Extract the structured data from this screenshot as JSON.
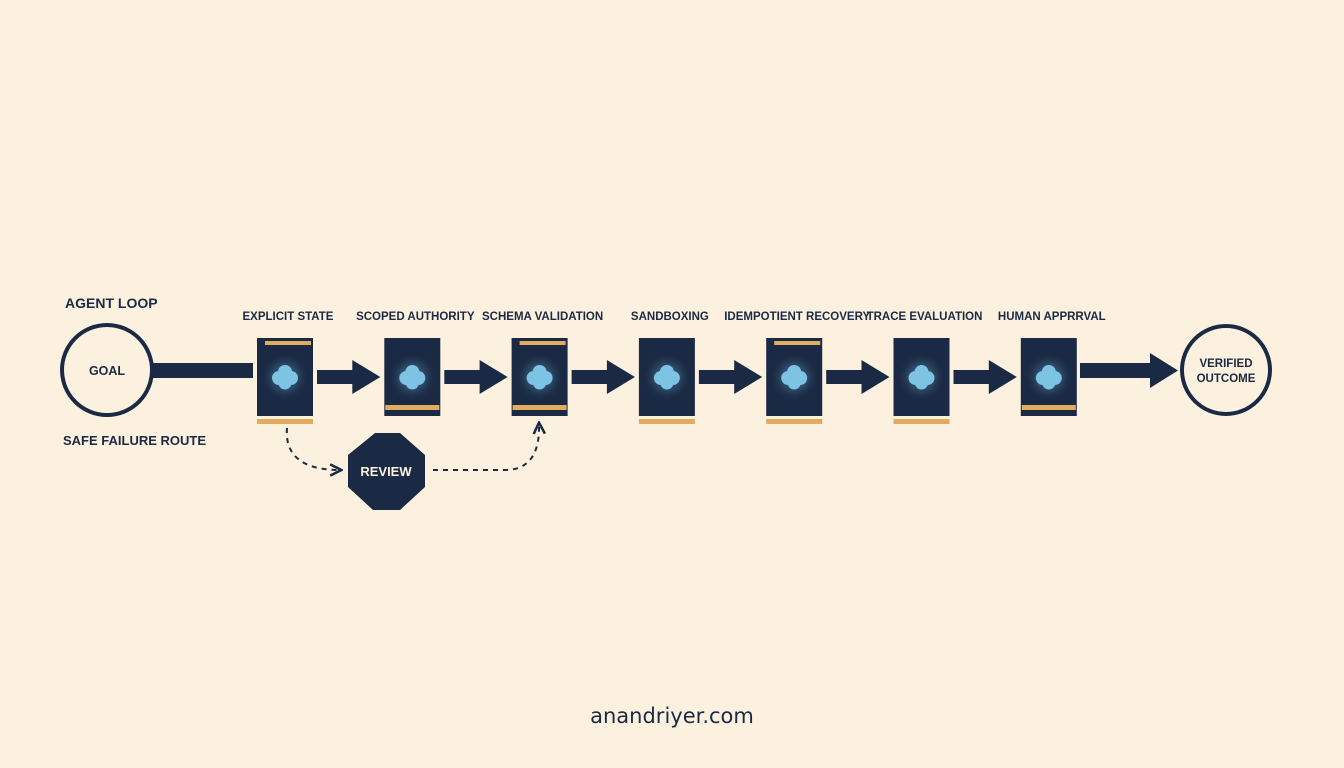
{
  "labels": {
    "agent_loop": "AGENT LOOP",
    "safe_failure_route": "SAFE FAILURE ROUTE",
    "goal": "GOAL",
    "outcome_line1": "VERIFIED",
    "outcome_line2": "OUTCOME",
    "review": "REVIEW"
  },
  "stages": [
    {
      "label": "EXPLICIT STATE",
      "top_bar": true,
      "bottom_bar": false,
      "underline": true
    },
    {
      "label": "SCOPED AUTHORITY",
      "top_bar": false,
      "bottom_bar": true,
      "underline": false
    },
    {
      "label": "SCHEMA VALIDATION",
      "top_bar": true,
      "bottom_bar": true,
      "underline": false
    },
    {
      "label": "SANDBOXING",
      "top_bar": false,
      "bottom_bar": false,
      "underline": true
    },
    {
      "label": "IDEMPOTIENT RECOVERY",
      "top_bar": true,
      "bottom_bar": false,
      "underline": true
    },
    {
      "label": "TRACE EVALUATION",
      "top_bar": false,
      "bottom_bar": false,
      "underline": true
    },
    {
      "label": "HUMAN APPRRVAL",
      "top_bar": false,
      "bottom_bar": true,
      "underline": false
    }
  ],
  "footer": "anandriyer.com",
  "colors": {
    "background": "#fbf1de",
    "navy": "#1b2a44",
    "accent": "#e2ac5e",
    "glow": "#7cc3e4"
  },
  "icons": {
    "stage": "cloud-icon",
    "review": "octagon-icon"
  }
}
